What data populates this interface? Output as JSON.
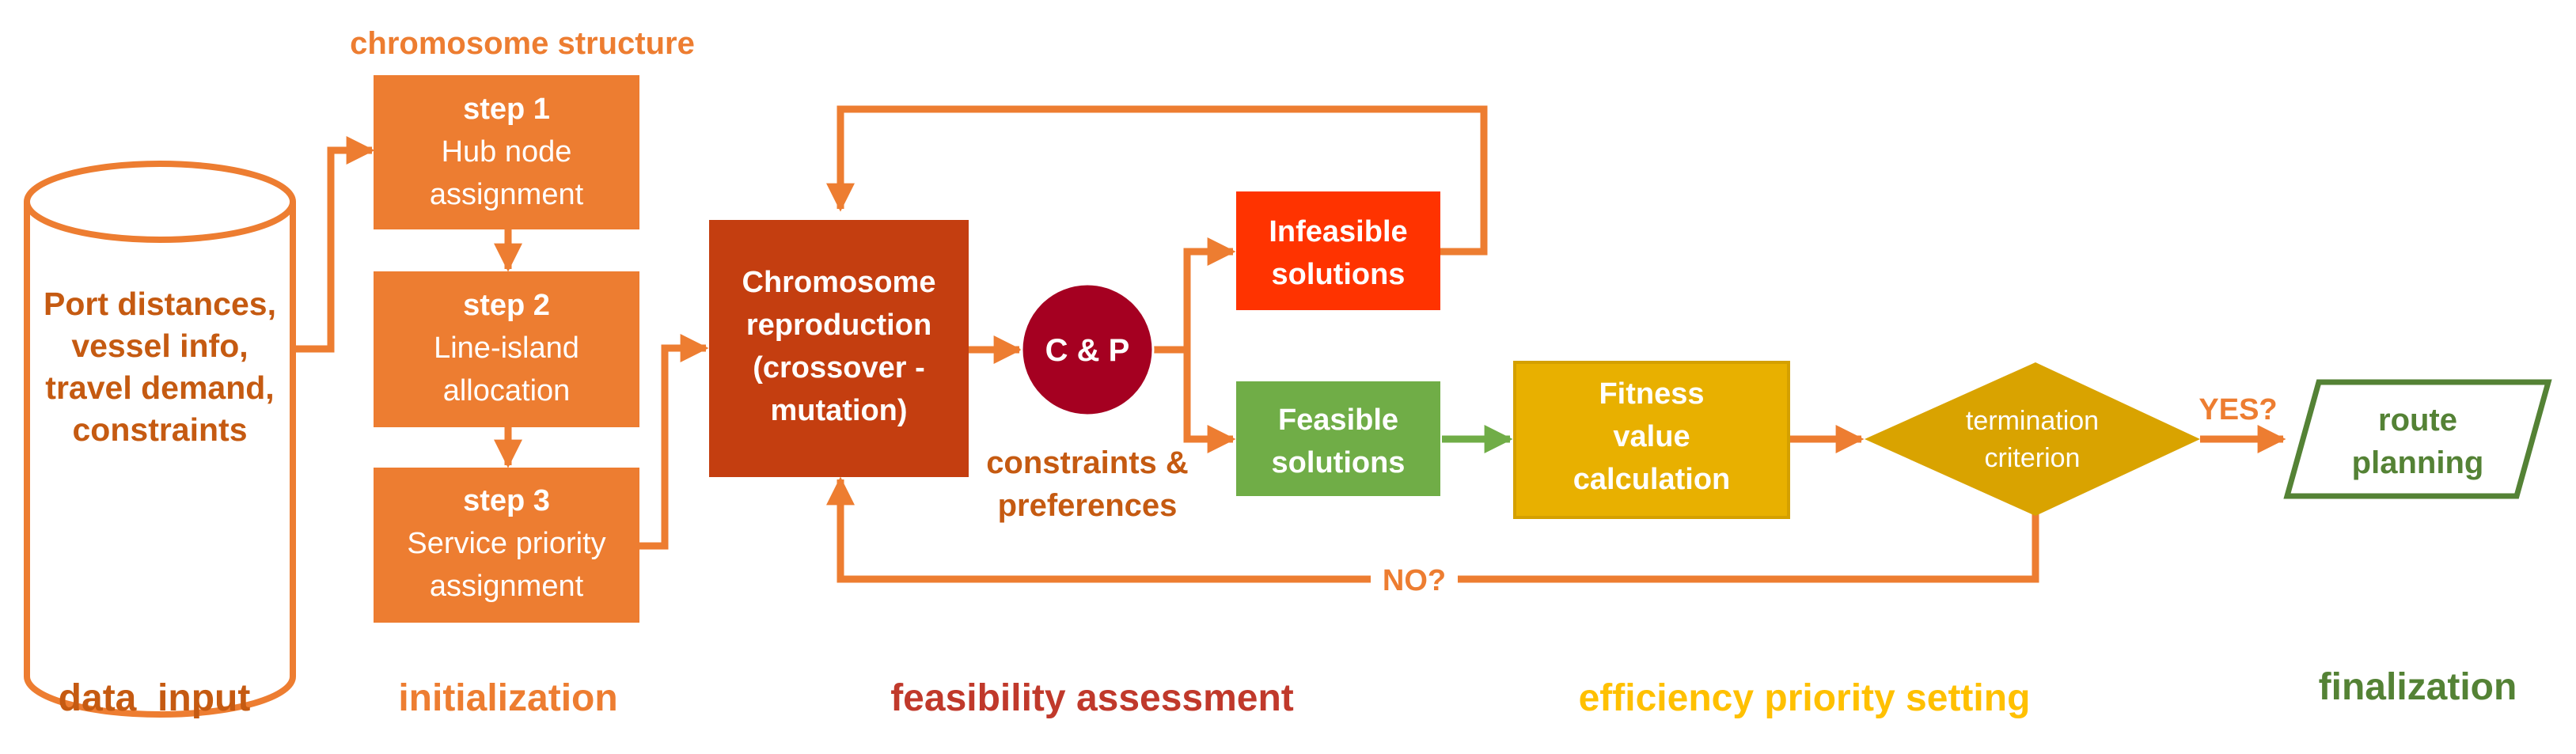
{
  "colors": {
    "arrow": "#ED7D31",
    "orange_box": "#ED7D31",
    "dark_red_box": "#C43E10",
    "cp_circle": "#A50021",
    "infeasible_box": "#FF3300",
    "feasible_box": "#70AD47",
    "fitness_box": "#E8B000",
    "fitness_border": "#D4A000",
    "diamond": "#D9A300",
    "route_border": "#548235",
    "route_text": "#548235",
    "label_data_input": "#C55A11",
    "label_initialization": "#ED7D31",
    "label_feasibility": "#C0392B",
    "label_efficiency": "#FFC000",
    "label_finalization": "#548235"
  },
  "data_input": {
    "lines": [
      "Port distances,",
      "vessel info,",
      "travel demand,",
      "constraints"
    ]
  },
  "chromosome_structure_title": "chromosome structure",
  "steps": [
    {
      "title": "step 1",
      "lines": [
        "Hub node",
        "assignment"
      ]
    },
    {
      "title": "step 2",
      "lines": [
        "Line-island",
        "allocation"
      ]
    },
    {
      "title": "step 3",
      "lines": [
        "Service priority",
        "assignment"
      ]
    }
  ],
  "reproduction": {
    "lines": [
      "Chromosome",
      "reproduction",
      "(crossover -",
      "mutation)"
    ]
  },
  "cp": {
    "label": "C & P",
    "caption": [
      "constraints &",
      "preferences"
    ]
  },
  "infeasible": {
    "lines": [
      "Infeasible",
      "solutions"
    ]
  },
  "feasible": {
    "lines": [
      "Feasible",
      "solutions"
    ]
  },
  "fitness": {
    "lines": [
      "Fitness",
      "value",
      "calculation"
    ]
  },
  "termination": {
    "lines": [
      "termination",
      "criterion"
    ]
  },
  "yes_label": "YES?",
  "no_label": "NO?",
  "route": {
    "lines": [
      "route",
      "planning"
    ]
  },
  "stage_labels": {
    "data_input": "data  input",
    "initialization": "initialization",
    "feasibility": "feasibility assessment",
    "efficiency": "efficiency priority setting",
    "finalization": "finalization"
  }
}
